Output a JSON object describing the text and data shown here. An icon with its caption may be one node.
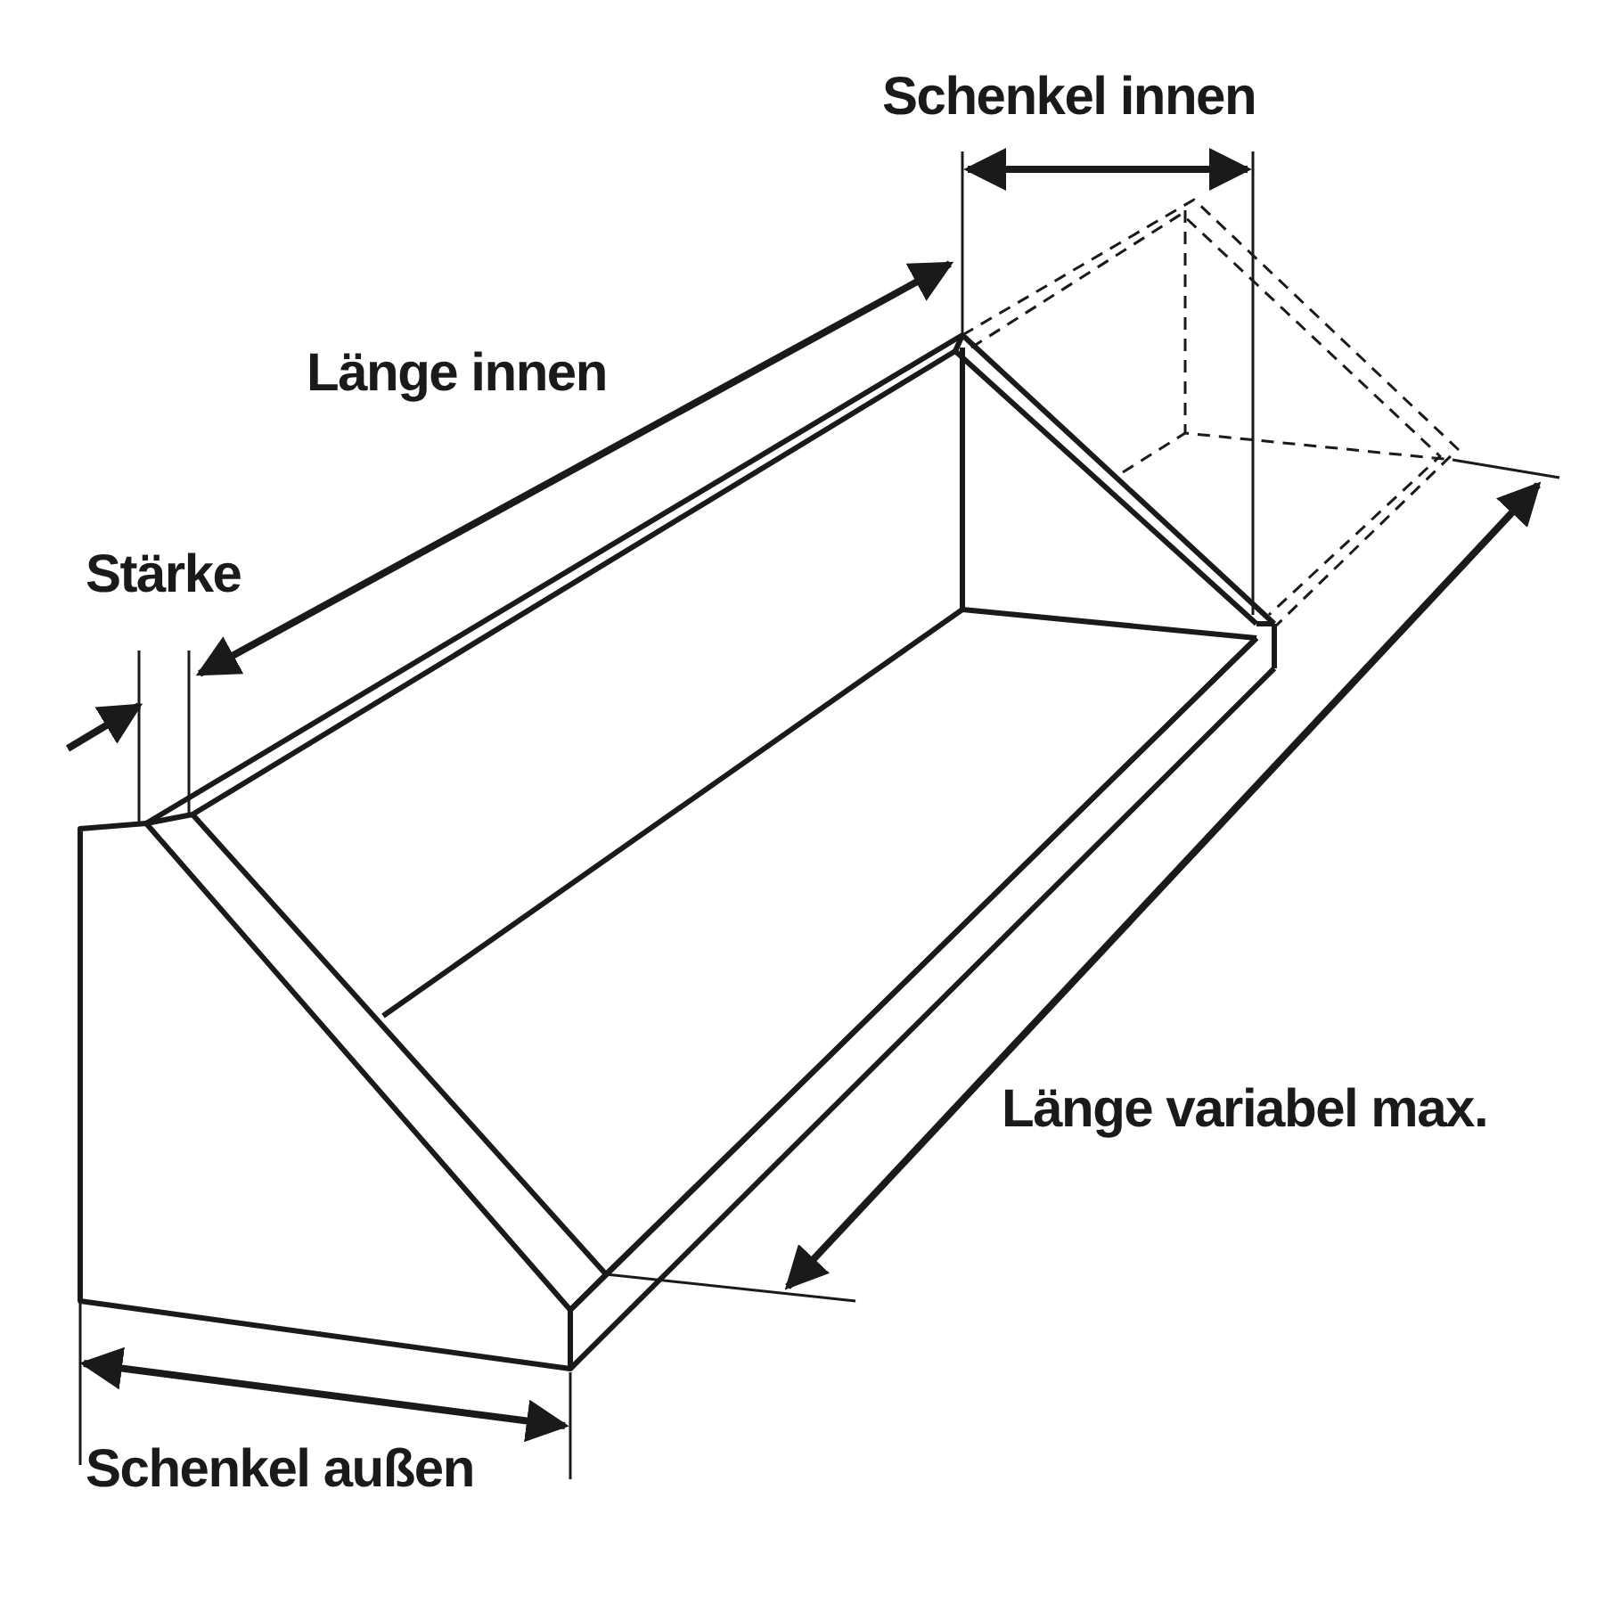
{
  "diagram": {
    "labels": [
      "Schenkel innen",
      "Länge innen",
      "Stärke",
      "Länge variabel max.",
      "Schenkel außen"
    ]
  }
}
